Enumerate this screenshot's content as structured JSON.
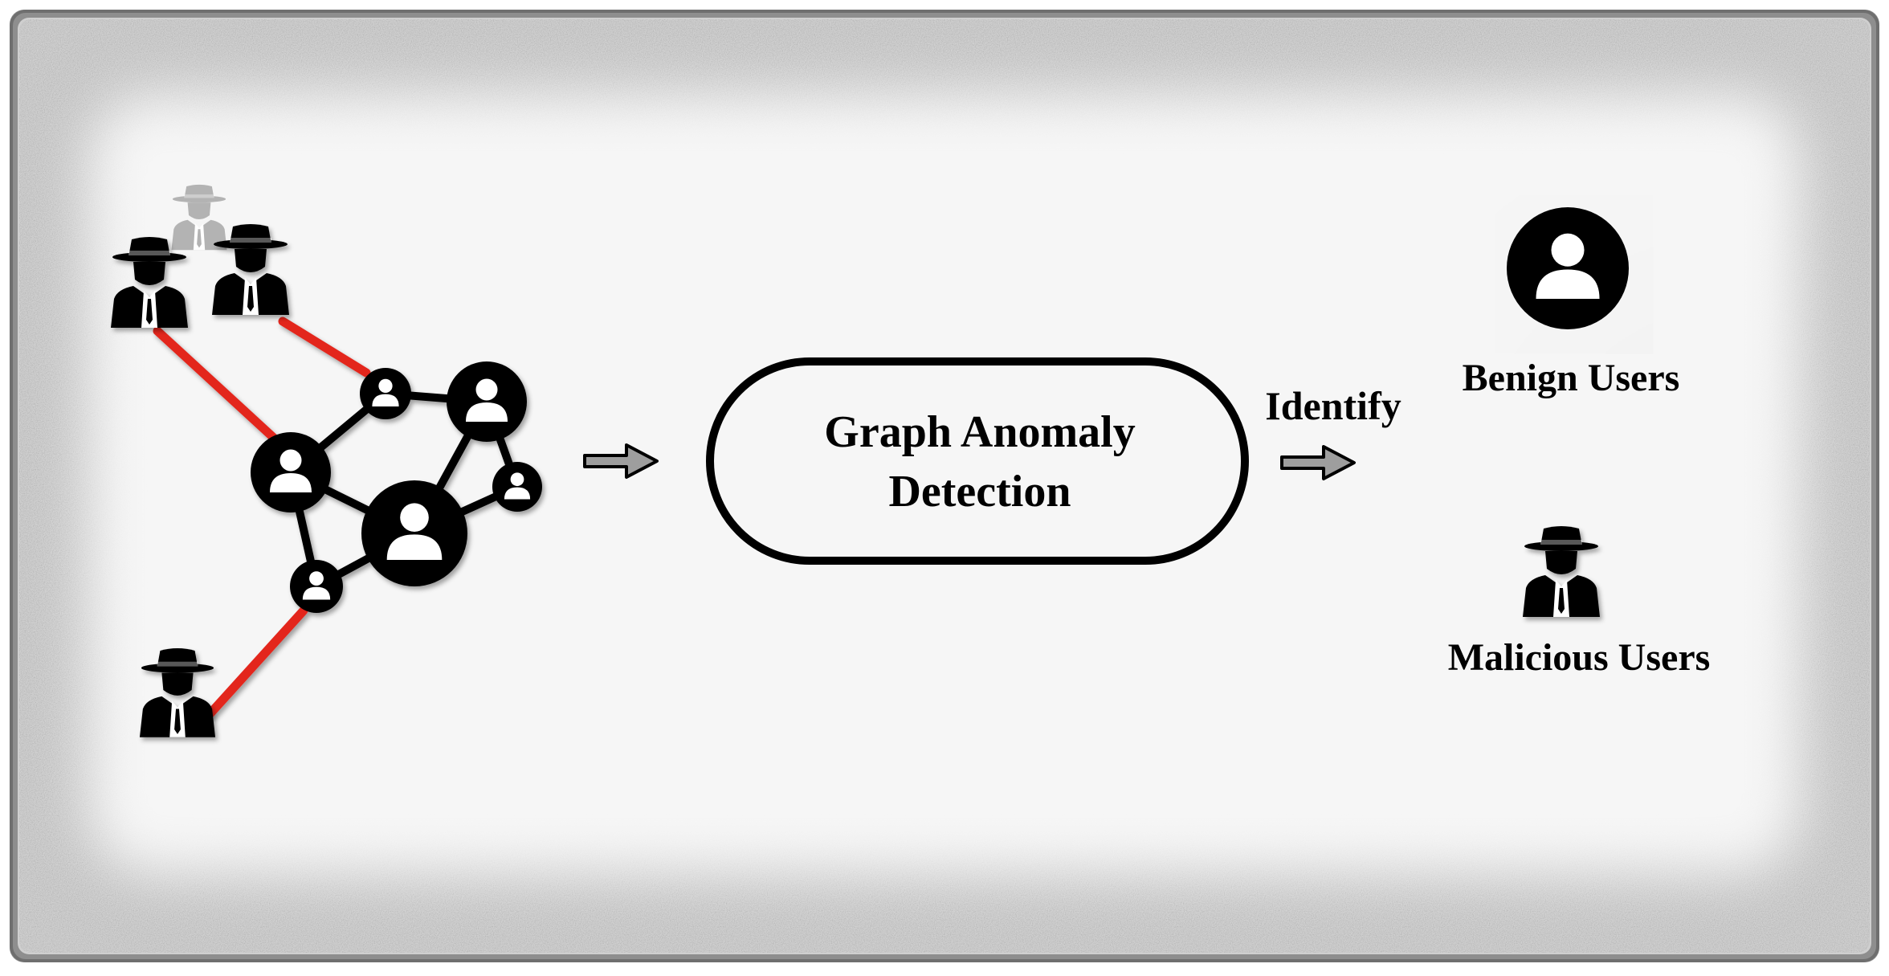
{
  "diagram": {
    "process_box": {
      "line1": "Graph Anomaly",
      "line2": "Detection"
    },
    "identify_label": "Identify",
    "outputs": {
      "benign_label": "Benign Users",
      "malicious_label": "Malicious Users"
    }
  },
  "colors": {
    "frame_outer": "#a3a3a3",
    "canvas": "#f6f6f6",
    "node": "#000000",
    "edge": "#000000",
    "malicious_edge": "#e3261f",
    "arrow_fill": "#9e9e9e",
    "ghost_figure": "#b3b3b3"
  },
  "icons": {
    "benign_user": "user-circle-icon",
    "malicious_user": "spy-agent-icon",
    "flow_arrow": "arrow-right-icon"
  }
}
